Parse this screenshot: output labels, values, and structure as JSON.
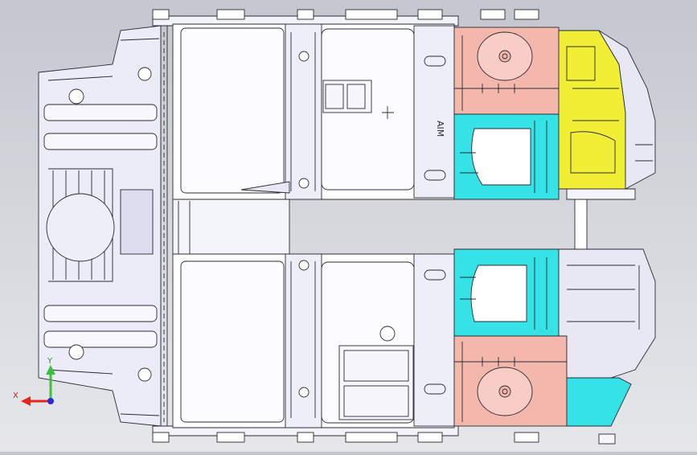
{
  "viewport": {
    "background_top": "#c4c7ce",
    "background_bottom": "#e6e7eb"
  },
  "model": {
    "part_colors": {
      "floor_panel": "#ffffff",
      "side_member_tint": "#e4e4f7",
      "front_rail": "#f3b7ac",
      "bracket_cyan": "#35e2e6",
      "bracket_yellow": "#f0ef36",
      "edge_lines": "#2b2b33"
    },
    "stamped_label": "AIM"
  },
  "triad": {
    "x_label": "X",
    "y_label": "Y",
    "x_color": "#e8271c",
    "y_color": "#3cc13c",
    "z_color": "#2a2adb"
  }
}
